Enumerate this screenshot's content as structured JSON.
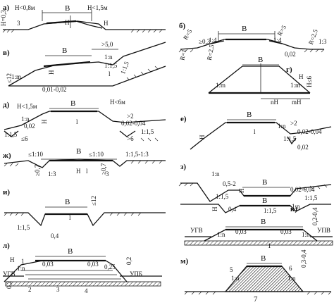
{
  "figure_labels": {
    "a": "а)",
    "b": "б)",
    "v": "в)",
    "g": "г)",
    "d": "д)",
    "e": "е)",
    "zh": "ж)",
    "z": "з)",
    "i": "и)",
    "k": "к)",
    "l": "л)",
    "m": "м)"
  },
  "texts": {
    "a_h1": "H<0,8м",
    "a_B": "B",
    "a_h2": "H<1,5м",
    "a_H": "H",
    "a_H2": "H",
    "a_h3": "H=0,3",
    "a_3": "3",
    "b_B": "B",
    "b_R1": "R=5",
    "b_R2": "R=5",
    "b_p3": "≥0,3",
    "b_14": "1:4",
    "b_14b": "1:4",
    "b_R3": "R=1",
    "b_R25": "R=2,5",
    "b_02": "0,02",
    "b_13": "1:3",
    "b_R25b": "R=2,5",
    "v_B": "B",
    "v_5": ">5,0",
    "v_1m": "1:m",
    "v_1n": "1:n",
    "v_115": "1:1,5",
    "v_H": "H",
    "v_12": "≤12",
    "v_002": "0,01-0,02",
    "v_l": "l",
    "v_1_5": "1:1,5",
    "g_B": "B",
    "g_1m": "1:m",
    "g_1n": "1:m",
    "g_nH": "nH",
    "g_mH": "mH",
    "g_H6": "H≤6",
    "g_H": "H",
    "d_h1": "H<1,5м",
    "d_h2": "H<6м",
    "d_B": "B",
    "d_1n": "1:n",
    "d_2": ">2",
    "d_002": "0,02",
    "d_004": "0,02-0,04",
    "d_115": "1:1,5",
    "d_115b": "1:1,5",
    "d_6": "≤6",
    "d_6b": ">6",
    "d_H": "H",
    "d_l": "l",
    "e_B": "B",
    "e_1n": "1:n",
    "e_2": ">2",
    "e_004": "0,02-0,04",
    "e_115": "1:1,5",
    "e_002": "0,02",
    "e_H": "H",
    "e_l": "l",
    "zh_110": "≤1:10",
    "zh_110b": "≤1:10",
    "zh_B": "B",
    "zh_13": "1:3",
    "zh_3": "3",
    "zh_115": "1:1,5-1:3",
    "zh_H": "H",
    "zh_l": "l",
    "zh_07": "≥0,7",
    "zh_07b": "≥0,7",
    "z_1n": "1:n",
    "z_B": "B",
    "z_05": "0,5-2",
    "z_004": "0,02-0,04",
    "z_115": "1:1,5",
    "z_115b": "1:1,5",
    "z_H": "H",
    "i_B": "B",
    "i_12": "≤12",
    "i_115": "1:1,5",
    "i_04": "0,4",
    "i_l": "l",
    "k_B": "B",
    "k_04": "0,4",
    "k_1n": "1:n",
    "k_115": "1:1,5",
    "k_H": "H",
    "kk_B": "B",
    "kk_003": "0,03",
    "kk_003b": "0,03",
    "kk_1n": "1:n",
    "kk_1nb": "1:n",
    "kk_UGV": "УГВ",
    "kk_UPB": "УПВ",
    "kk_1": "1",
    "kk_02": "0,2-0,4",
    "l_B": "B",
    "l_003": "0,03",
    "l_003b": "0,03",
    "l_025": "0,25",
    "l_1n": "1:n",
    "l_UGV": "УГВ",
    "l_UPB": "УПБ",
    "l_H": "H",
    "l_1": "1",
    "l_2": "2",
    "l_3": "3",
    "l_4": "4",
    "l_02": "0,2",
    "l_02b": "0,2",
    "m_B": "B",
    "m_5": "5",
    "m_6": "6",
    "m_1n": "1:n",
    "m_7": "7",
    "m_03": "0,3-0,4",
    "m_1": "1:n"
  }
}
